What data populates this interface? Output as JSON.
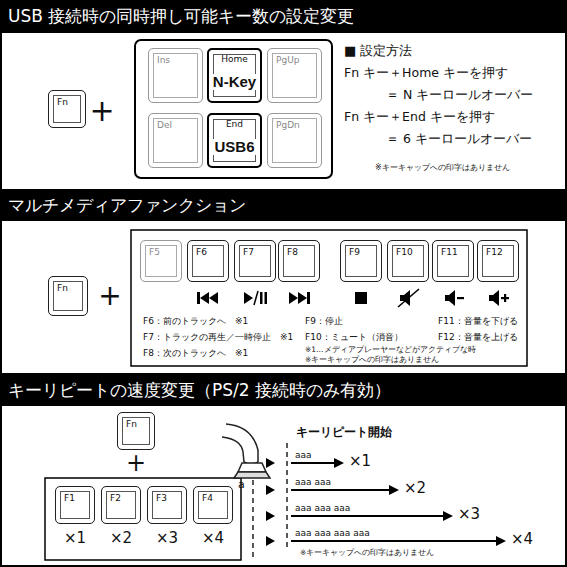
{
  "diagram": {
    "nodes": [
      {
        "text": [
          "USB 接続時の同時押し可能キー数の設定変更"
        ]
      },
      {
        "text": [
          "Fn"
        ]
      },
      {
        "text": [
          "Ins"
        ]
      },
      {
        "text": [
          "Home",
          "N-Key"
        ]
      },
      {
        "text": [
          "PgUp"
        ]
      },
      {
        "text": [
          "Del"
        ]
      },
      {
        "text": [
          "End",
          "USB6"
        ]
      },
      {
        "text": [
          "PgDn"
        ]
      },
      {
        "text": [
          "マルチメディアファンクション"
        ]
      },
      {
        "text": [
          "Fn"
        ]
      },
      {
        "text": [
          "F5"
        ]
      },
      {
        "text": [
          "F6"
        ]
      },
      {
        "text": [
          "F7"
        ]
      },
      {
        "text": [
          "F8"
        ]
      },
      {
        "text": [
          "F9"
        ]
      },
      {
        "text": [
          "F10"
        ]
      },
      {
        "text": [
          "F11"
        ]
      },
      {
        "text": [
          "F12"
        ]
      },
      {
        "text": [
          "キーリピートの速度変更（PS/2 接続時のみ有効）"
        ]
      },
      {
        "text": [
          "Fn"
        ]
      },
      {
        "text": [
          "F1"
        ]
      },
      {
        "text": [
          "F2"
        ]
      },
      {
        "text": [
          "F3"
        ]
      },
      {
        "text": [
          "F4"
        ]
      }
    ],
    "labels": [
      "+",
      "■ 設定方法",
      "Fn キー＋Home キーを押す",
      "＝ N キーロールオーバー",
      "Fn キー＋End キーを押す",
      "＝ 6 キーロールオーバー",
      "※キーキャップへの印字はありません",
      "+",
      "F6：前のトラックへ　※1",
      "F7：トラックの再生／一時停止　※1",
      "F8：次のトラックへ　※1",
      "F9：停止",
      "F10：ミュート（消音）",
      "※1…メディアプレーヤーなどがアクティブな時",
      "※キーキャップへの印字はありません",
      "F11：音量を下げる",
      "F12：音量を上げる",
      "+",
      "×1",
      "×2",
      "×3",
      "×4",
      "キーリピート開始",
      "a",
      "aaa",
      "×1",
      "aaa aaa",
      "×2",
      "aaa aaa aaa",
      "×3",
      "aaa aaa aaa aaa",
      "×4",
      "※キーキャップへの印字はありません"
    ]
  }
}
